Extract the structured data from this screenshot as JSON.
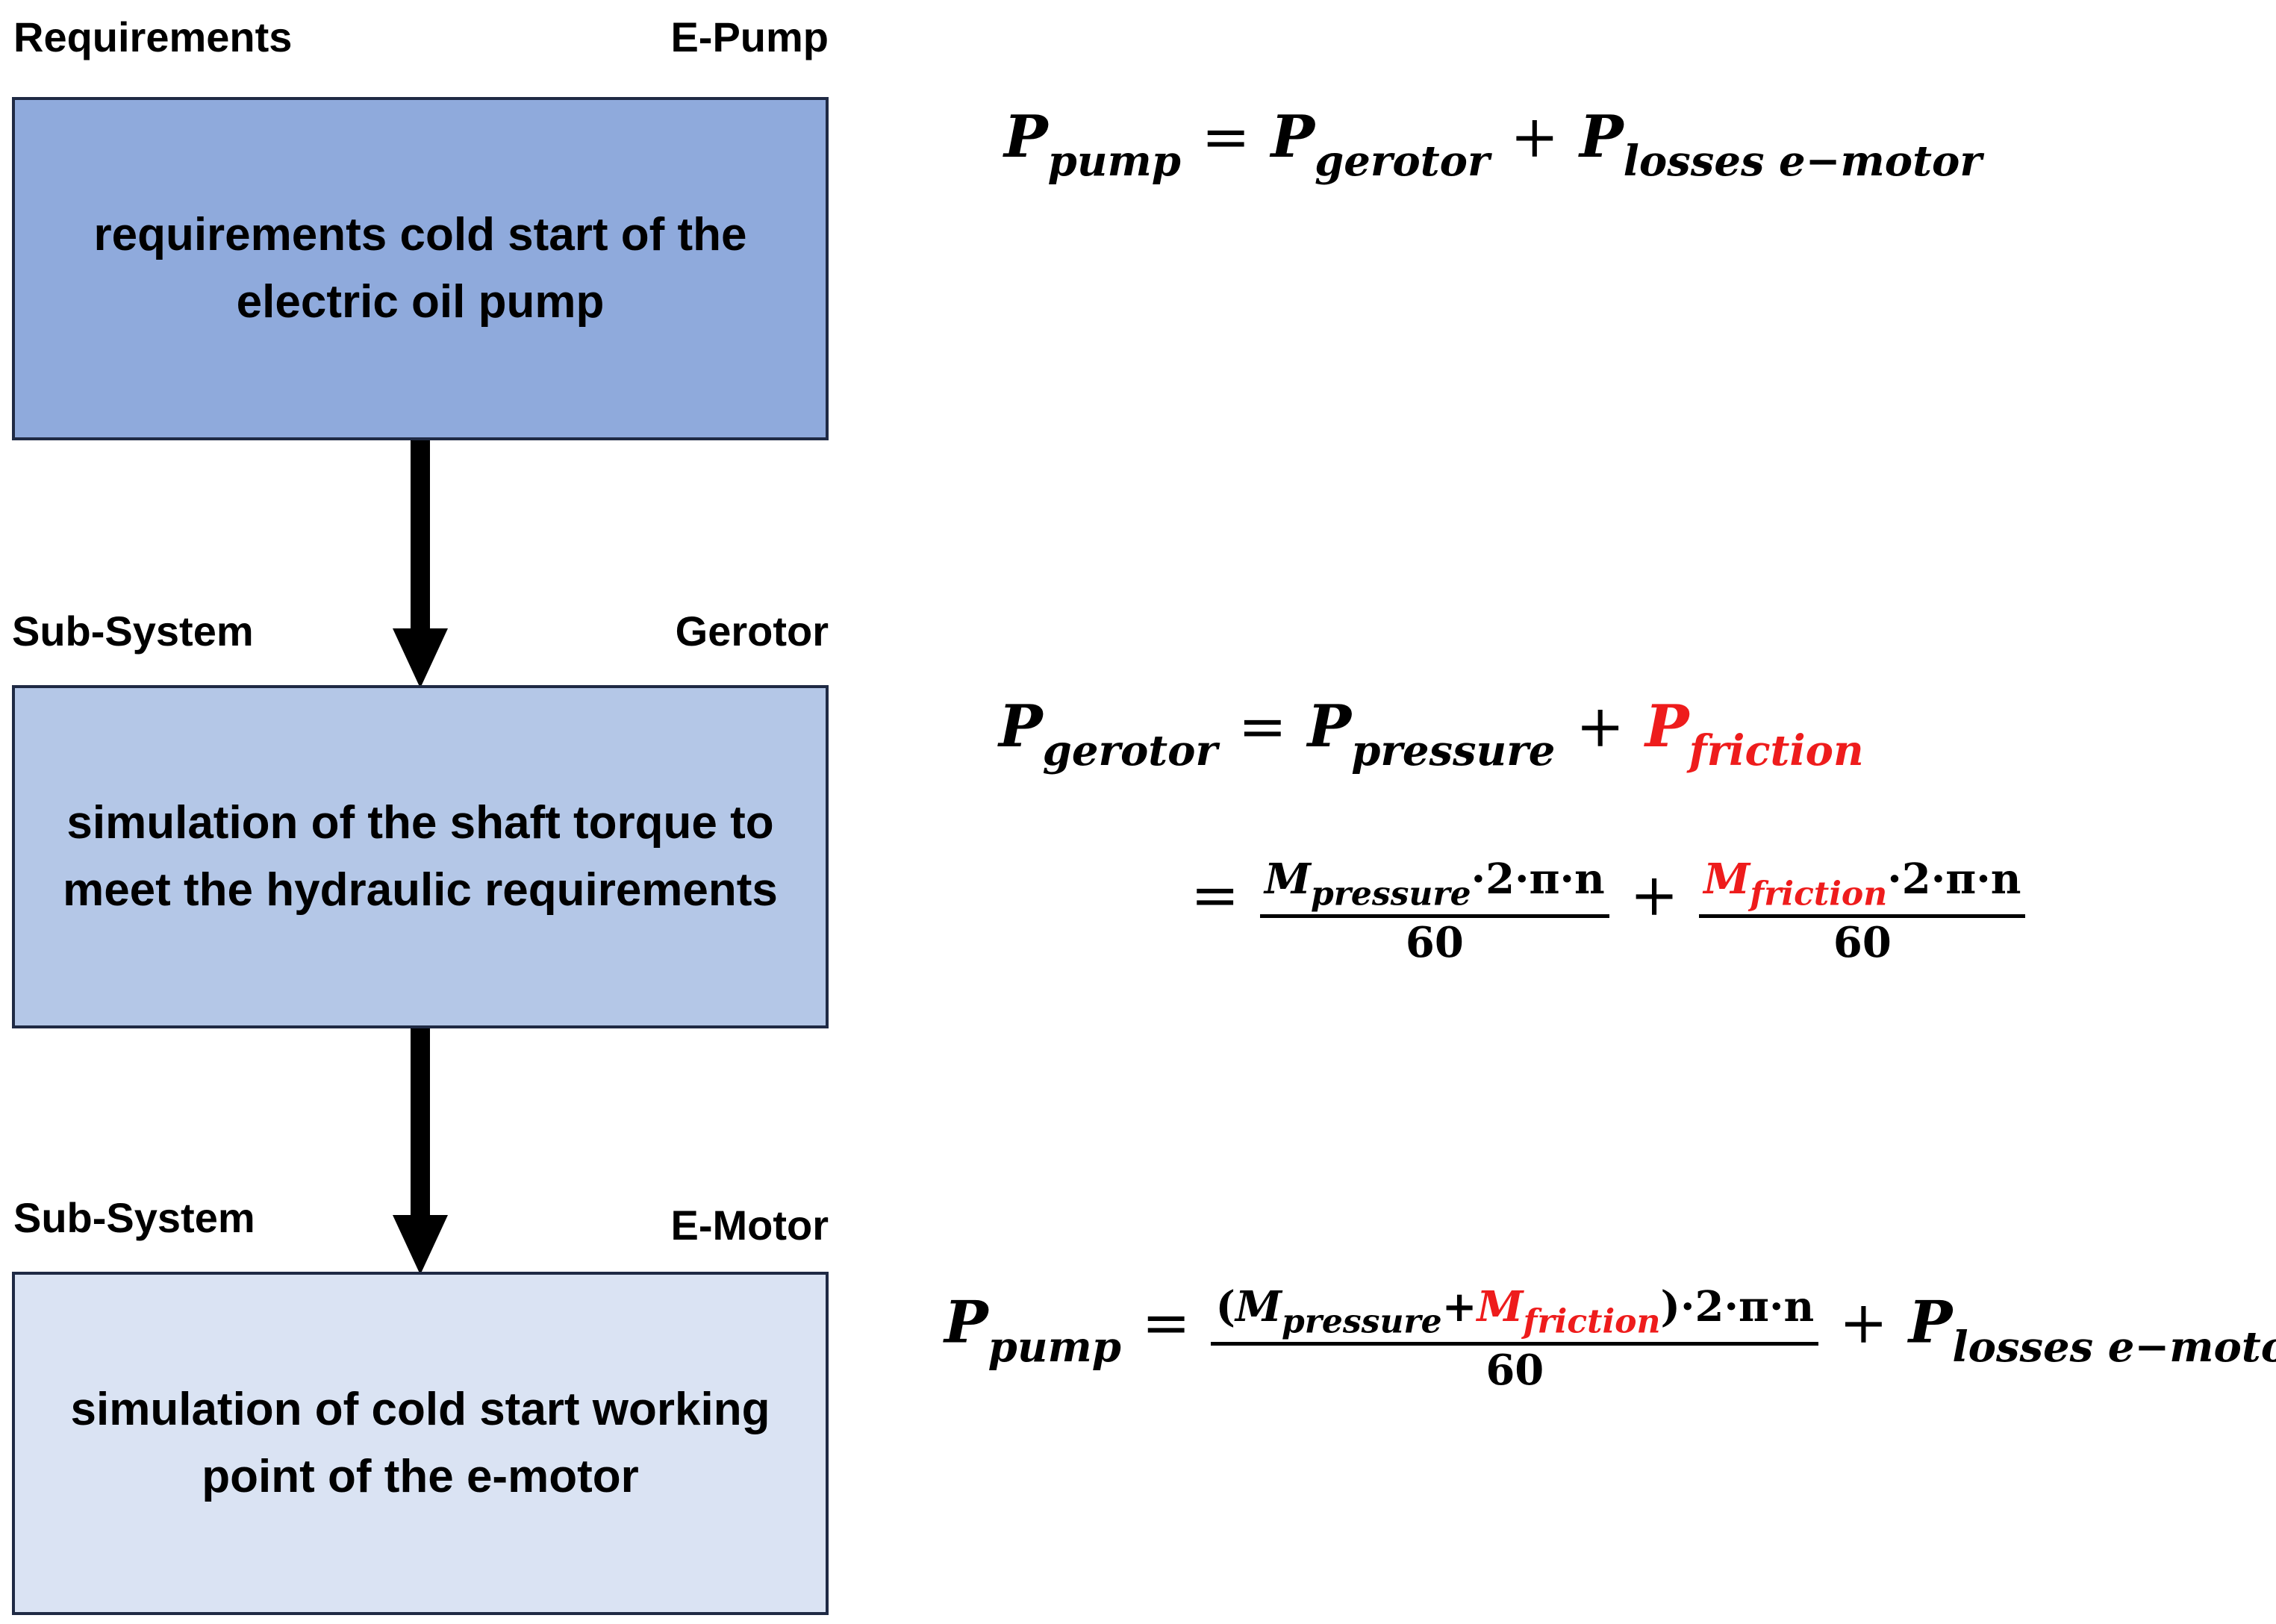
{
  "levels": [
    {
      "left_label": "Requirements",
      "right_label": "E-Pump",
      "box_text": "requirements cold start of the electric oil pump",
      "box_color": "#8faadc"
    },
    {
      "left_label": "Sub-System",
      "right_label": "Gerotor",
      "box_text": "simulation of the shaft torque to meet the hydraulic requirements",
      "box_color": "#b4c7e7"
    },
    {
      "left_label": "Sub-System",
      "right_label": "E-Motor",
      "box_text": "simulation of cold start working point of the e-motor",
      "box_color": "#dae3f3"
    }
  ],
  "equations": {
    "eq1": {
      "lhs": "P",
      "lhs_sub": "pump",
      "eq": "=",
      "t1": "P",
      "t1_sub": "gerotor",
      "plus": "+",
      "t2": "P",
      "t2_sub": "losses e−motor"
    },
    "eq2": {
      "lhs": "P",
      "lhs_sub": "gerotor",
      "eq": "=",
      "t1": "P",
      "t1_sub": "pressure",
      "plus": "+",
      "t2": "P",
      "t2_sub": "friction"
    },
    "eq3": {
      "eq": "=",
      "f1_M": "M",
      "f1_sub": "pressure",
      "f1_rest": "·2·π·n",
      "f1_den": "60",
      "plus": "+",
      "f2_M": "M",
      "f2_sub": "friction",
      "f2_rest": "·2·π·n",
      "f2_den": "60"
    },
    "eq4": {
      "lhs": "P",
      "lhs_sub": "pump",
      "eq": "=",
      "open": "(",
      "m1": "M",
      "m1_sub": "pressure",
      "inner_plus": "+",
      "m2": "M",
      "m2_sub": "friction",
      "close": ")",
      "rest": "·2·π·n",
      "den": "60",
      "plus": "+",
      "t2": "P",
      "t2_sub": "losses e−motor"
    }
  },
  "colors": {
    "highlight": "#ee1c1c",
    "arrow": "#000000",
    "box_border": "#1f2a44"
  }
}
